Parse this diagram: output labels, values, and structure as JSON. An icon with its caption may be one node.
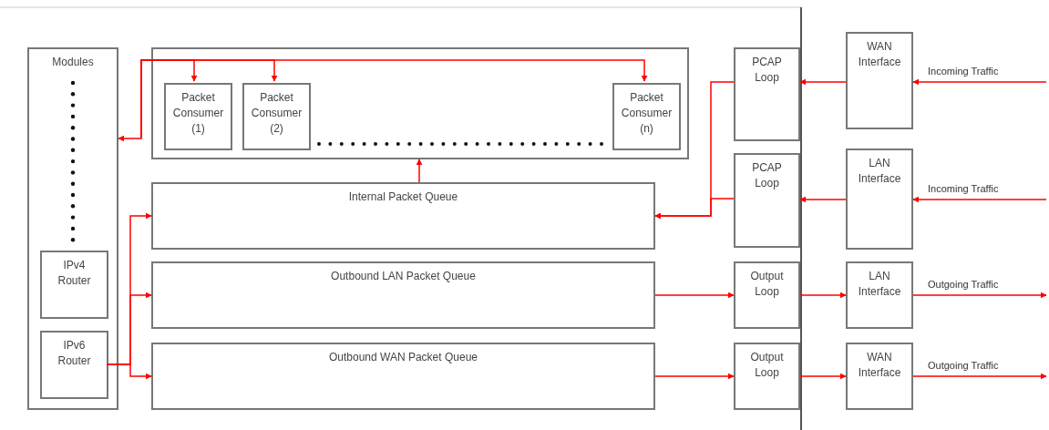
{
  "diagram": {
    "nodes": [
      {
        "text": [
          "Modules"
        ]
      },
      {
        "text": [
          "IPv4 Router"
        ],
        "in": 0
      },
      {
        "text": [
          "IPv6 Router"
        ],
        "in": 0
      },
      {
        "text": [],
        "shape": "box"
      },
      {
        "text": [
          "Packet Consumer (1)"
        ],
        "in": 3
      },
      {
        "text": [
          "Packet Consumer (2)"
        ],
        "in": 3
      },
      {
        "text": [
          "Packet Consumer (n)"
        ],
        "in": 3
      },
      {
        "text": [
          "Internal Packet Queue"
        ]
      },
      {
        "text": [
          "Outbound LAN Packet Queue"
        ]
      },
      {
        "text": [
          "Outbound WAN Packet Queue"
        ]
      },
      {
        "text": [
          "PCAP Loop"
        ]
      },
      {
        "text": [
          "PCAP Loop"
        ]
      },
      {
        "text": [
          "Output Loop"
        ]
      },
      {
        "text": [
          "Output Loop"
        ]
      },
      {
        "text": [
          "WAN Interface"
        ]
      },
      {
        "text": [
          "LAN Interface"
        ]
      },
      {
        "text": [
          "LAN Interface"
        ]
      },
      {
        "text": [
          "WAN Interface"
        ]
      }
    ],
    "edges": [
      {
        "from": null,
        "to": 4,
        "arrow": "to",
        "color": "#ff0000"
      },
      {
        "from": null,
        "to": 5,
        "arrow": "to",
        "color": "#ff0000"
      },
      {
        "from": null,
        "to": 6,
        "arrow": "to",
        "color": "#ff0000"
      },
      {
        "from": null,
        "to": 0,
        "arrow": "to",
        "color": "#ff0000"
      },
      {
        "from": 2,
        "to": 7,
        "arrow": "to",
        "color": "#ff0000"
      },
      {
        "from": 2,
        "to": 8,
        "arrow": "to",
        "color": "#ff0000"
      },
      {
        "from": 2,
        "to": 9,
        "arrow": "to",
        "color": "#ff0000"
      },
      {
        "from": 7,
        "to": 3,
        "arrow": "to",
        "color": "#ff0000"
      },
      {
        "from": 10,
        "to": 7,
        "arrow": "to",
        "color": "#ff0000"
      },
      {
        "from": 11,
        "to": 7,
        "arrow": "to",
        "color": "#ff0000"
      },
      {
        "from": 8,
        "to": 12,
        "arrow": "to",
        "color": "#ff0000"
      },
      {
        "from": 9,
        "to": 13,
        "arrow": "to",
        "color": "#ff0000"
      },
      {
        "from": 14,
        "to": 10,
        "arrow": "to",
        "color": "#ff0000"
      },
      {
        "from": 15,
        "to": 11,
        "arrow": "to",
        "color": "#ff0000"
      },
      {
        "from": 12,
        "to": 16,
        "arrow": "to",
        "color": "#ff0000"
      },
      {
        "from": 13,
        "to": 17,
        "arrow": "to",
        "color": "#ff0000"
      },
      {
        "from": null,
        "to": 14,
        "arrow": "to",
        "label": "Incoming Traffic",
        "color": "#ff0000"
      },
      {
        "from": null,
        "to": 15,
        "arrow": "to",
        "label": "Incoming Traffic",
        "color": "#ff0000"
      },
      {
        "from": 16,
        "to": null,
        "arrow": "to",
        "label": "Outgoing Traffic",
        "color": "#ff0000"
      },
      {
        "from": 17,
        "to": null,
        "arrow": "to",
        "label": "Outgoing Traffic",
        "color": "#ff0000"
      }
    ]
  }
}
